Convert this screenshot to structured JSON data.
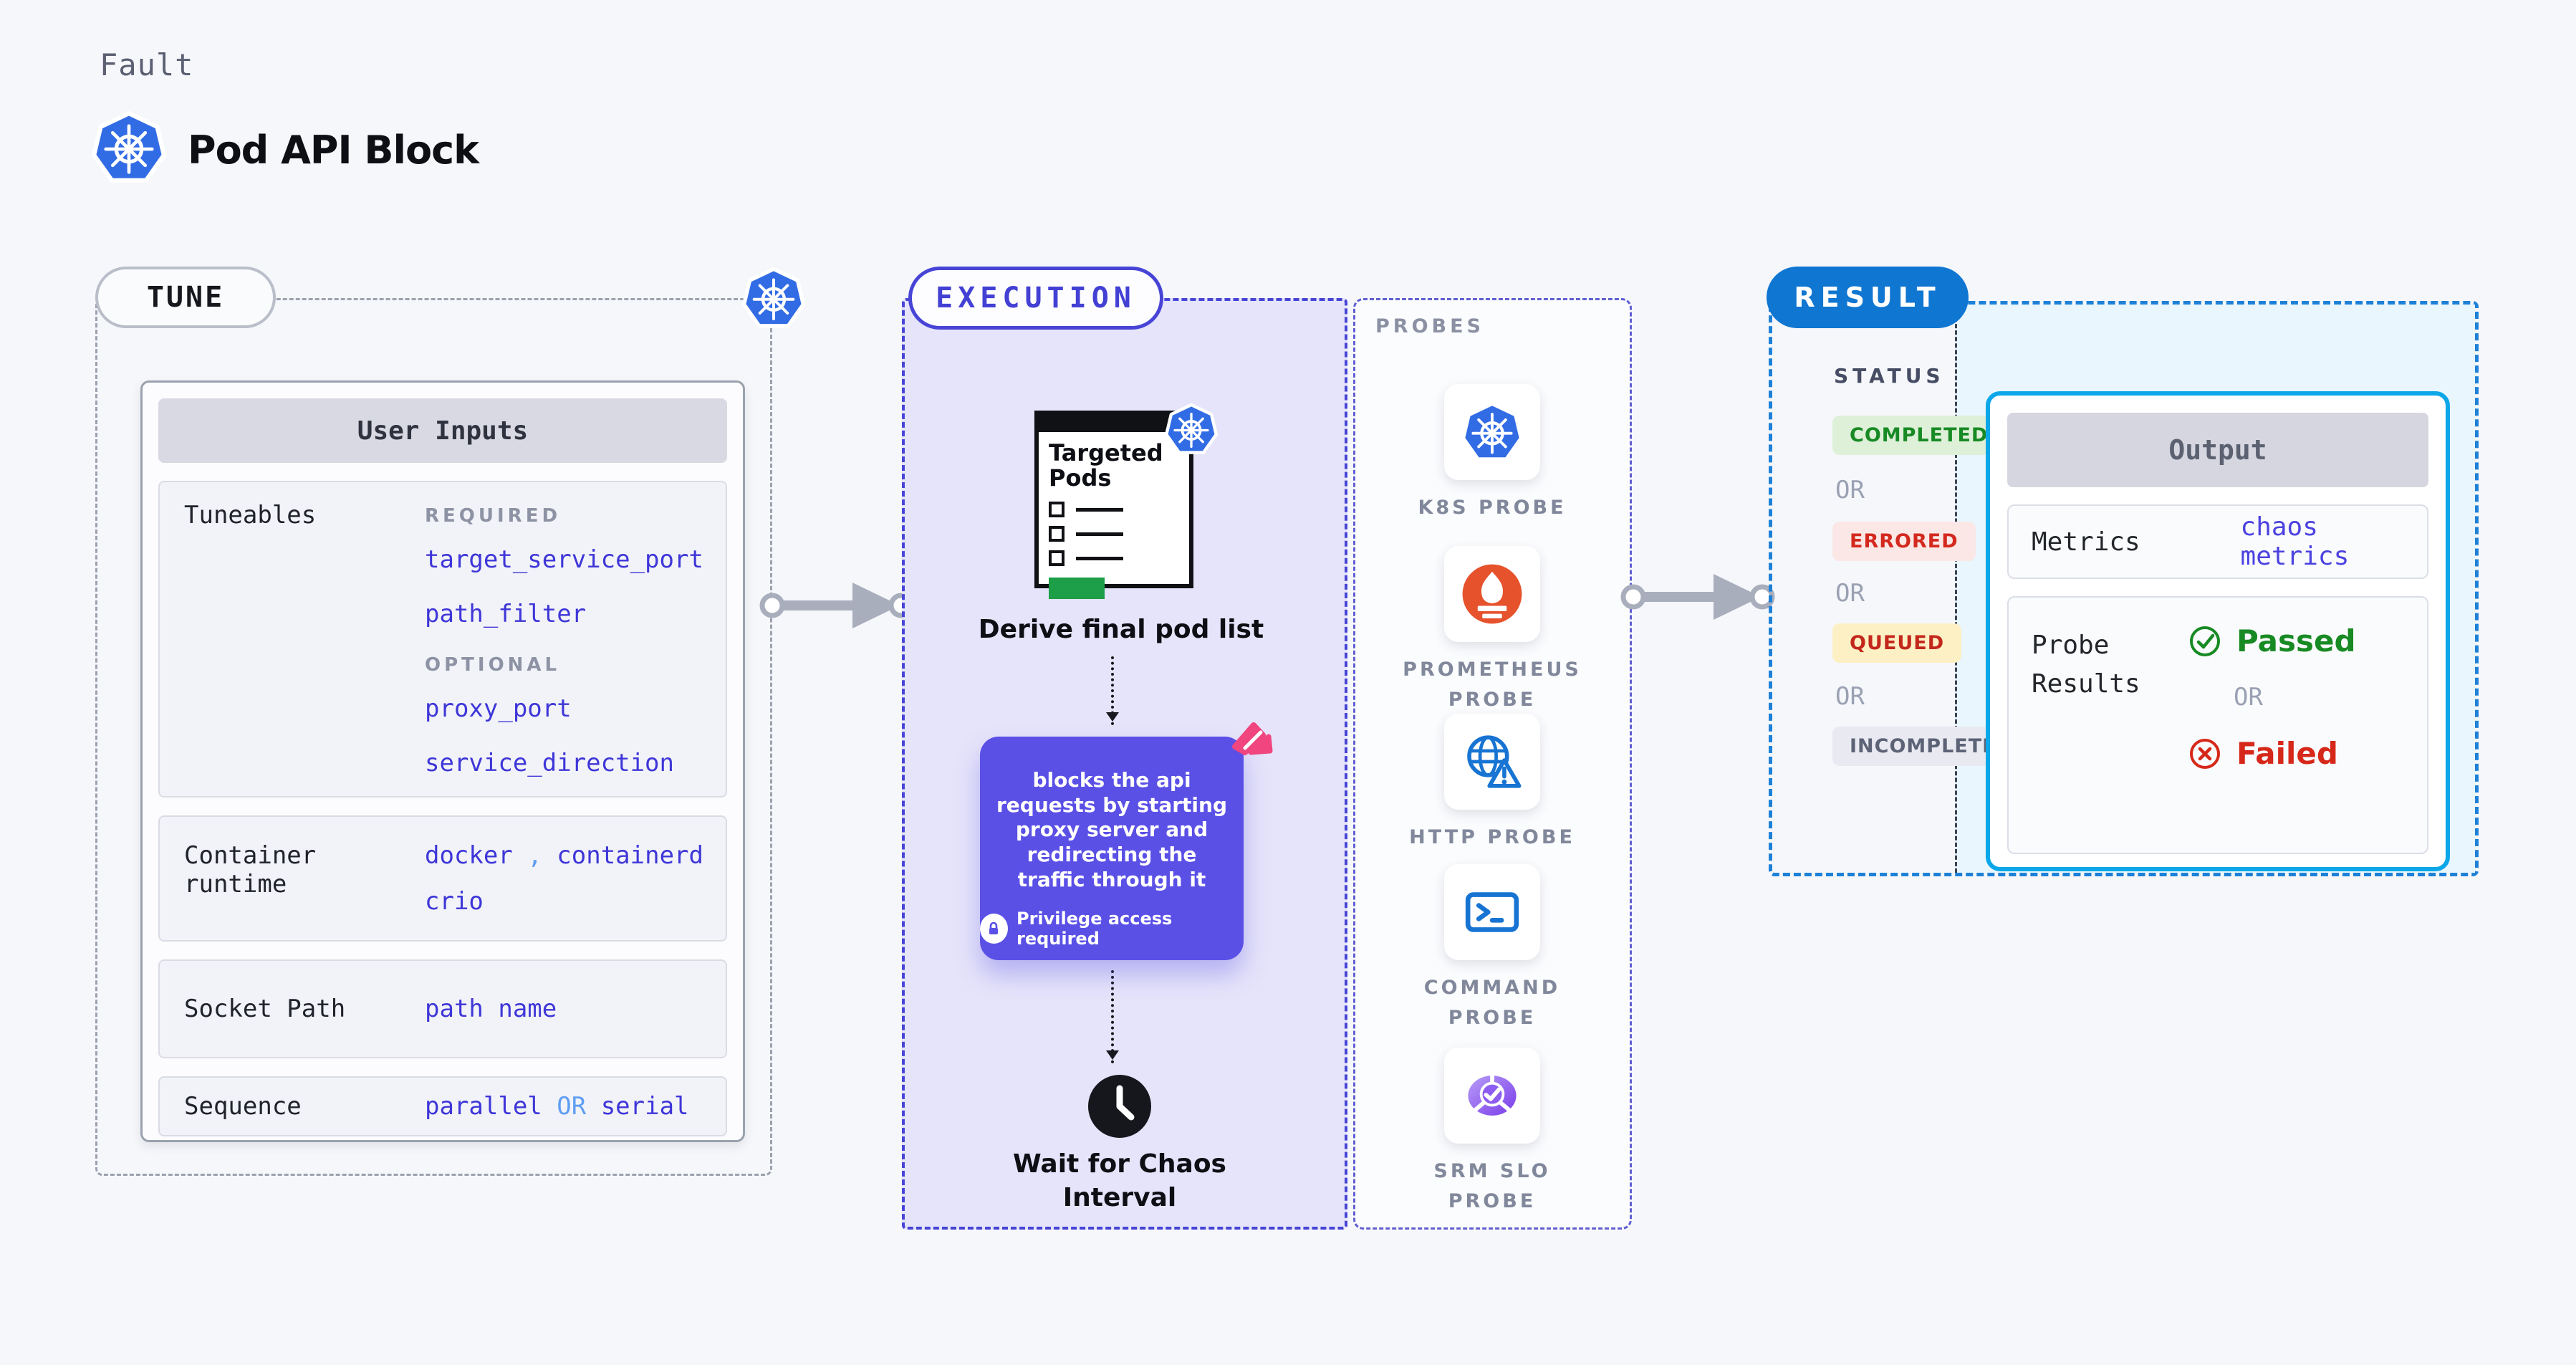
{
  "header": {
    "kicker": "Fault",
    "title": "Pod API Block"
  },
  "tune": {
    "badge_label": "TUNE",
    "card_title": "User Inputs",
    "tuneables_label": "Tuneables",
    "required_caption": "REQUIRED",
    "required_values": [
      "target_service_port",
      "path_filter"
    ],
    "optional_caption": "OPTIONAL",
    "optional_values": [
      "proxy_port",
      "service_direction"
    ],
    "container_runtime_label": "Container runtime",
    "runtime_value_1": "docker",
    "runtime_separator": ",",
    "runtime_value_2": "containerd",
    "runtime_value_3": "crio",
    "socket_path_label": "Socket Path",
    "socket_path_value": "path name",
    "sequence_label": "Sequence",
    "sequence_value_1": "parallel",
    "sequence_or": "OR",
    "sequence_value_2": "serial"
  },
  "execution": {
    "badge_label": "EXECUTION",
    "targeted_pods_title": "Targeted Pods",
    "derive_label": "Derive final pod list",
    "action_text": "blocks the api requests by starting proxy server and redirecting the traffic through it",
    "privilege_note": "Privilege access required",
    "wait_label": "Wait for Chaos Interval"
  },
  "probes": {
    "title": "PROBES",
    "items": [
      {
        "label": "K8S PROBE",
        "icon": "kubernetes-icon"
      },
      {
        "label": "PROMETHEUS PROBE",
        "icon": "prometheus-icon"
      },
      {
        "label": "HTTP PROBE",
        "icon": "http-globe-warning-icon"
      },
      {
        "label": "COMMAND PROBE",
        "icon": "terminal-icon"
      },
      {
        "label": "SRM SLO PROBE",
        "icon": "srm-gauge-icon"
      }
    ]
  },
  "result": {
    "badge_label": "RESULT",
    "status_title": "STATUS",
    "or_label": "OR",
    "statuses": [
      {
        "label": "COMPLETED",
        "bg": "#def0d8",
        "color": "#188a24",
        "style": "background:#def0d8;color:#188a24"
      },
      {
        "label": "ERRORED",
        "bg": "#fbe8e6",
        "color": "#d3291f",
        "style": "background:#fbe8e6;color:#d3291f"
      },
      {
        "label": "QUEUED",
        "bg": "#fcf0c4",
        "color": "#c3271c",
        "style": "background:#fcf0c4;color:#c3271c"
      },
      {
        "label": "INCOMPLETED",
        "bg": "#e9eaf1",
        "color": "#5d6376",
        "style": "background:#e9eaf1;color:#5d6376"
      }
    ],
    "output": {
      "title": "Output",
      "metrics_label": "Metrics",
      "metrics_value": "chaos metrics",
      "probe_results_label": "Probe Results",
      "passed_label": "Passed",
      "or_label": "OR",
      "failed_label": "Failed"
    }
  },
  "colors": {
    "page_bg": "#f6f7fb",
    "kubernetes_blue": "#326ce5",
    "execution_indigo": "#4744d6",
    "execution_bg": "#e6e4fa",
    "action_purple": "#5a50e6",
    "pink_mark": "#f0457f",
    "prometheus_orange": "#e6522c",
    "probe_blue": "#1774d2",
    "result_blue": "#0f76d1",
    "output_border": "#0ba7e8",
    "output_bg": "#e9f6fd",
    "value_indigo": "#3e36d8",
    "passed_green": "#188a24",
    "failed_red": "#d6281a",
    "targeted_green": "#1d9e48"
  }
}
